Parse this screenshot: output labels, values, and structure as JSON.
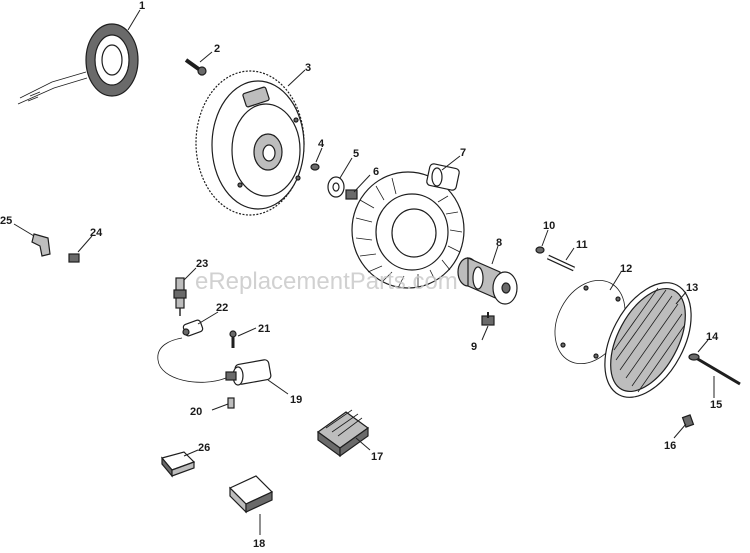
{
  "watermark": "eReplacementParts.com",
  "callouts": [
    {
      "id": "c1",
      "label": "1"
    },
    {
      "id": "c2",
      "label": "2"
    },
    {
      "id": "c3",
      "label": "3"
    },
    {
      "id": "c4",
      "label": "4"
    },
    {
      "id": "c5",
      "label": "5"
    },
    {
      "id": "c6",
      "label": "6"
    },
    {
      "id": "c7",
      "label": "7"
    },
    {
      "id": "c8",
      "label": "8"
    },
    {
      "id": "c9",
      "label": "9"
    },
    {
      "id": "c10",
      "label": "10"
    },
    {
      "id": "c11",
      "label": "11"
    },
    {
      "id": "c12",
      "label": "12"
    },
    {
      "id": "c13",
      "label": "13"
    },
    {
      "id": "c14",
      "label": "14"
    },
    {
      "id": "c15",
      "label": "15"
    },
    {
      "id": "c16",
      "label": "16"
    },
    {
      "id": "c17",
      "label": "17"
    },
    {
      "id": "c18",
      "label": "18"
    },
    {
      "id": "c19",
      "label": "19"
    },
    {
      "id": "c20",
      "label": "20"
    },
    {
      "id": "c21",
      "label": "21"
    },
    {
      "id": "c22",
      "label": "22"
    },
    {
      "id": "c23",
      "label": "23"
    },
    {
      "id": "c24",
      "label": "24"
    },
    {
      "id": "c25",
      "label": "25"
    },
    {
      "id": "c26",
      "label": "26"
    }
  ]
}
